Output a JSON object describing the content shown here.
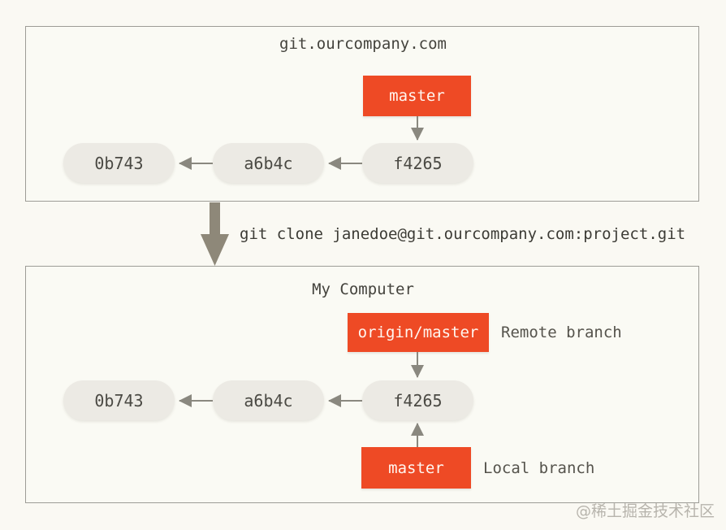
{
  "colors": {
    "accent_red": "#ee4a25",
    "commit_node_fill": "#eceae4",
    "arrow_gray": "#8a887f",
    "clone_arrow_gray": "#8e8879",
    "page_background": "#faf9f3",
    "box_background": "#fafaf4",
    "box_border": "#9d9c96",
    "text_dark": "#44433d",
    "caption_text": "#55534c",
    "watermark_text": "#b7b4ac"
  },
  "server_box": {
    "title": "git.ourcompany.com",
    "branch_tag": "master",
    "commits": [
      "0b743",
      "a6b4c",
      "f4265"
    ]
  },
  "clone_step": {
    "command": "git clone janedoe@git.ourcompany.com:project.git"
  },
  "local_box": {
    "title": "My Computer",
    "remote_branch_tag": "origin/master",
    "remote_branch_caption": "Remote branch",
    "commits": [
      "0b743",
      "a6b4c",
      "f4265"
    ],
    "local_branch_tag": "master",
    "local_branch_caption": "Local branch"
  },
  "watermark": "@稀土掘金技术社区"
}
